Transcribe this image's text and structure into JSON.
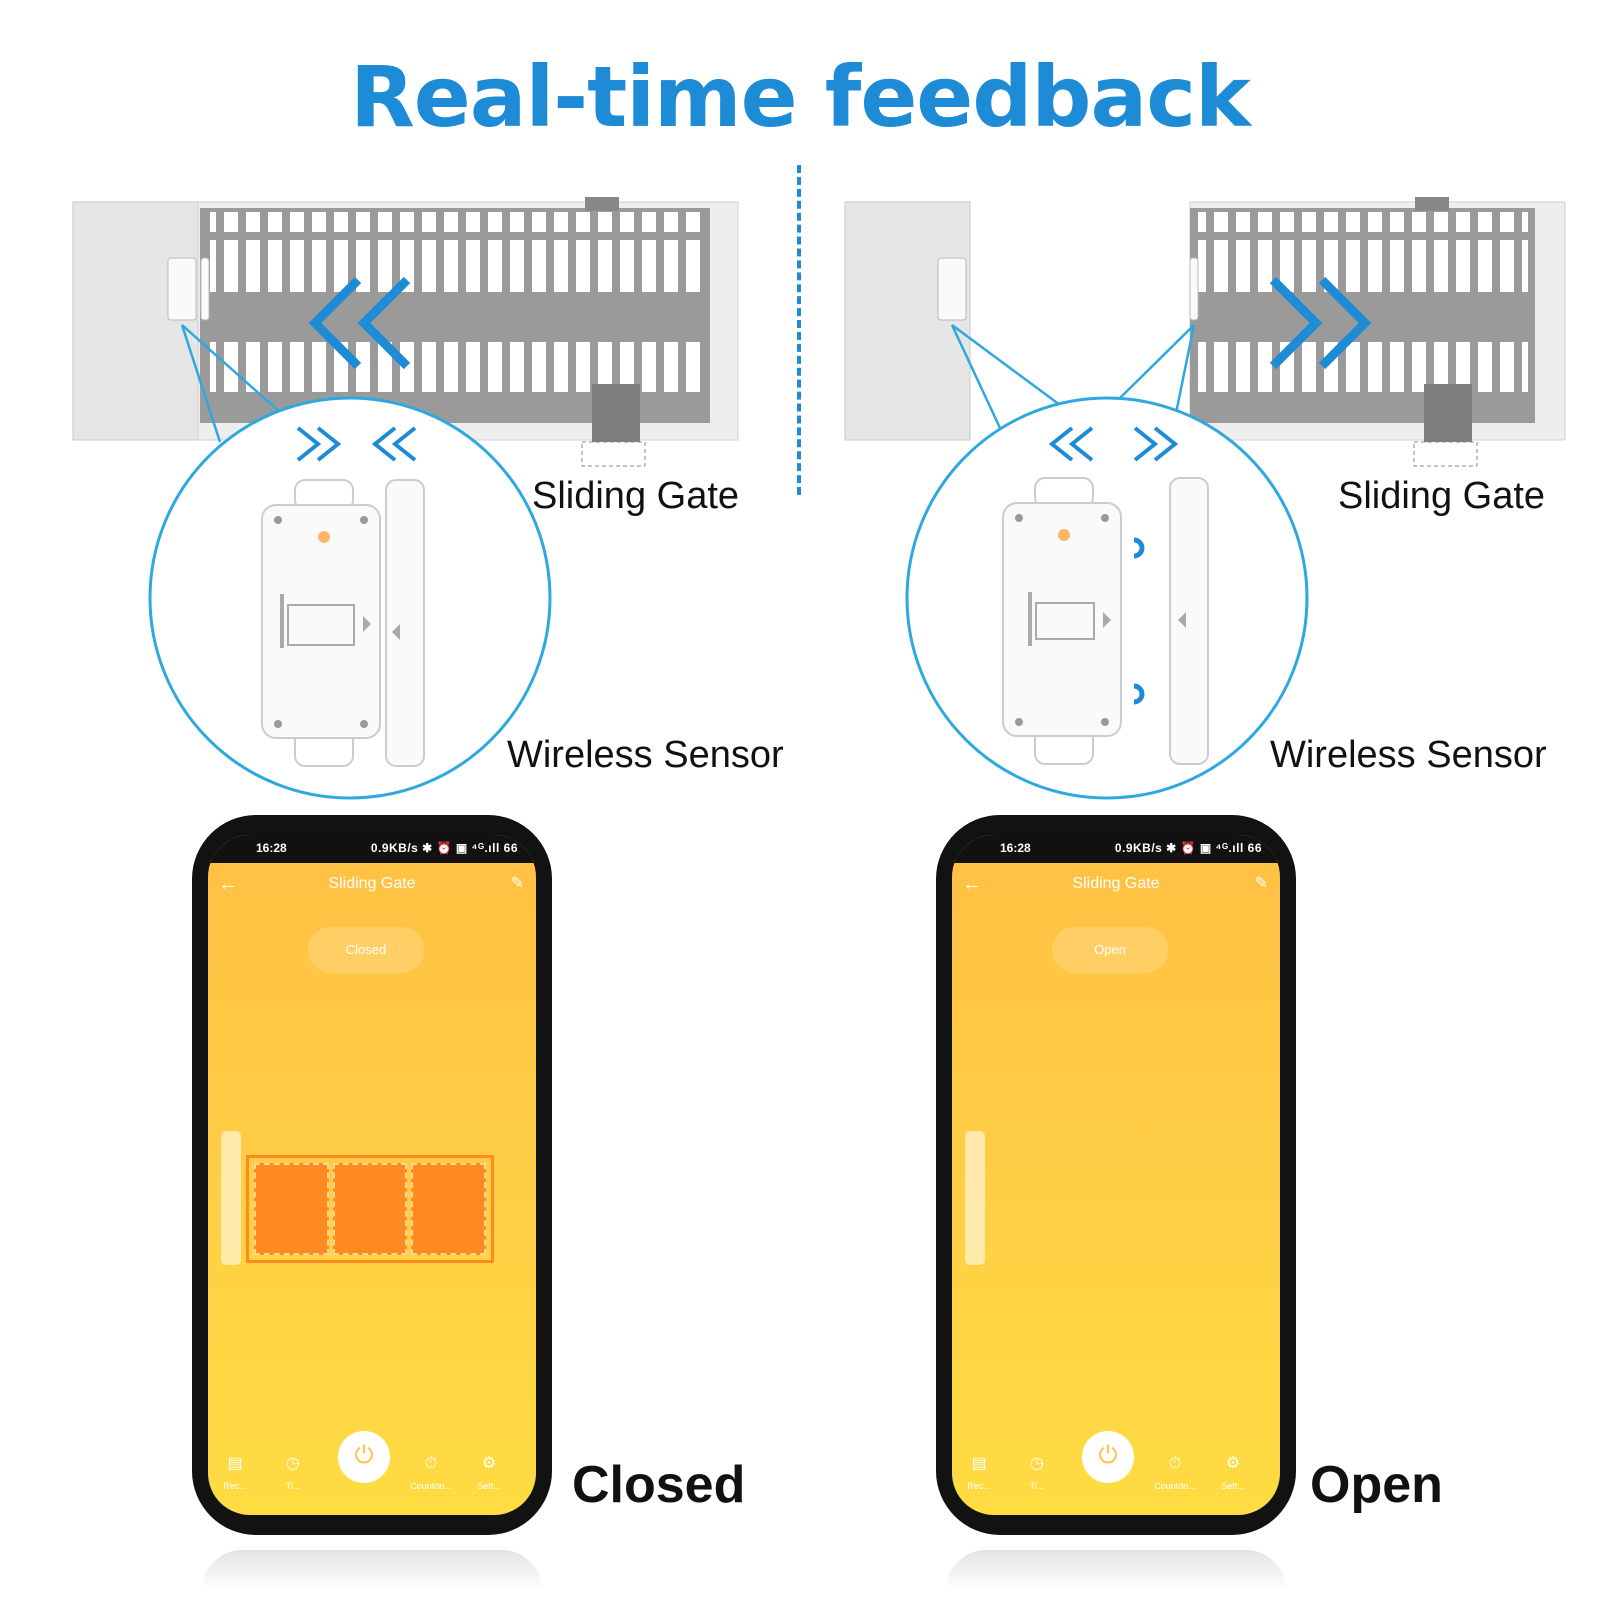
{
  "headline": "Real-time feedback",
  "labels": {
    "gate": "Sliding Gate",
    "sensor": "Wireless Sensor"
  },
  "colors": {
    "accent": "#1e8bd6",
    "app_bg": "#ffc043",
    "gate_orange": "#ff8a20"
  },
  "panels": [
    {
      "state_label": "Closed",
      "phone": {
        "time": "16:28",
        "status_icons": "0.9KB/s ✱ ⏰ ▣ ⁴ᴳ.ıll 66",
        "back_icon": "arrow-left-icon",
        "title": "Sliding Gate",
        "edit_icon": "pencil-icon",
        "status_pill": "Closed",
        "dock": {
          "record": "Rec...",
          "timer": "Ti...",
          "countdown": "Countdo...",
          "settings": "Sett..."
        }
      }
    },
    {
      "state_label": "Open",
      "phone": {
        "time": "16:28",
        "status_icons": "0.9KB/s ✱ ⏰ ▣ ⁴ᴳ.ıll 66",
        "back_icon": "arrow-left-icon",
        "title": "Sliding Gate",
        "edit_icon": "pencil-icon",
        "status_pill": "Open",
        "dock": {
          "record": "Rec...",
          "timer": "Ti...",
          "countdown": "Countdo...",
          "settings": "Sett..."
        }
      }
    }
  ]
}
